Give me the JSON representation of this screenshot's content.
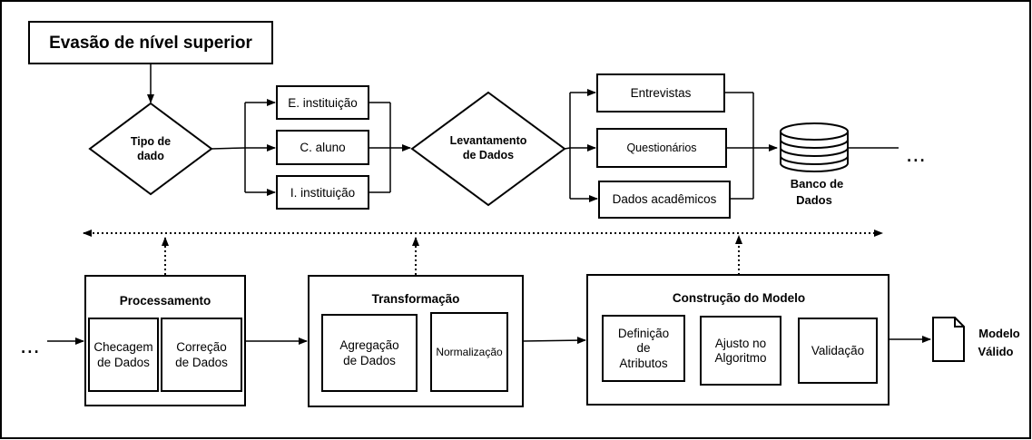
{
  "title": "Evasão de nível superior",
  "decision1": [
    "Tipo de",
    "dado"
  ],
  "data_types": [
    "E. instituição",
    "C. aluno",
    "I. instituição"
  ],
  "decision2": [
    "Levantamento",
    "de Dados"
  ],
  "sources": [
    "Entrevistas",
    "Questionários",
    "Dados acadêmicos"
  ],
  "database": [
    "Banco de",
    "Dados"
  ],
  "ellipsis": "...",
  "processamento": {
    "title": "Processamento",
    "box1": [
      "Checagem",
      "de Dados"
    ],
    "box2": [
      "Correção",
      "de Dados"
    ]
  },
  "transformacao": {
    "title": "Transformação",
    "box1": [
      "Agregação",
      "de Dados"
    ],
    "box2": [
      "Normalização"
    ]
  },
  "construcao": {
    "title": "Construção do Modelo",
    "box1": [
      "Definição",
      "de",
      "Atributos"
    ],
    "box2": [
      "Ajusto no",
      "Algoritmo"
    ],
    "box3": [
      "Validação"
    ]
  },
  "output": [
    "Modelo",
    "Válido"
  ]
}
